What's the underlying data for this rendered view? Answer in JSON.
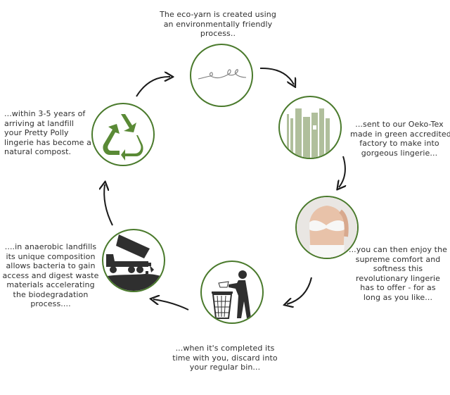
{
  "captions": {
    "yarn": [
      "The eco-yarn is created using",
      "an environmentally friendly",
      "process.."
    ],
    "factory": [
      "...sent to our Oeko-Tex",
      "made in green accredited",
      "factory to make into",
      "gorgeous lingerie..."
    ],
    "enjoy": [
      "...you can then enjoy the",
      "supreme comfort and",
      "softness this",
      "revolutionary lingerie",
      "has to offer - for as",
      "long as you like..."
    ],
    "discard": [
      "...when it's completed its",
      "time with you, discard into",
      "your regular bin..."
    ],
    "landfill": [
      "....in anaerobic landfills",
      "its unique composition",
      "allows bacteria to gain",
      "access and digest waste",
      "materials accelerating",
      "the biodegradation",
      "process...."
    ],
    "compost": [
      "...within 3-5 years of",
      "arriving at landfill",
      "your Pretty Polly",
      "lingerie has become a",
      "natural compost."
    ]
  },
  "colors": {
    "ring": "#4a7a2c",
    "recycle_green": "#5a8a36",
    "factory_green": "#b0bf9c",
    "dark_icon": "#2f2f2f",
    "arrow": "#1a1a1a"
  },
  "icons": {
    "yarn": "yarn-squiggle-icon",
    "factory": "factory-icon",
    "enjoy": "lingerie-photo",
    "discard": "trash-bin-icon",
    "landfill": "dump-truck-icon",
    "compost": "recycle-icon"
  }
}
